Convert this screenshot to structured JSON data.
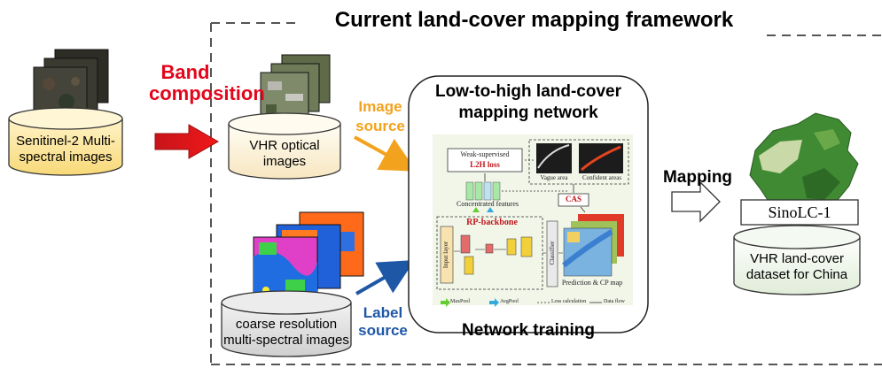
{
  "title": "Current land-cover mapping framework",
  "band_composition": "Band composition",
  "sentinel_label": "Senitinel-2 Multi-spectral images",
  "vhr_optical_label": "VHR optical images",
  "image_source": "Image source",
  "coarse_label": "coarse resolution multi-spectral images",
  "label_source": "Label source",
  "network_title": "Low-to-high land-cover mapping network",
  "network_training": "Network training",
  "mapping": "Mapping",
  "sinolc": "SinoLC-1",
  "vhr_dataset_label": "VHR land-cover dataset for China",
  "inner": {
    "weak_supervised": "Weak-supervised",
    "l2h_loss": "L2H loss",
    "vague_area": "Vague area",
    "confident_areas": "Confident areas",
    "concentrated_features": "Concentrated features",
    "cas": "CAS",
    "rp_backbone": "RP-backbone",
    "input_layer": "Input layer",
    "classifier": "Classifier",
    "prediction_cp": "Prediction & CP map",
    "legend_maxpool": "MaxPool",
    "legend_avgpool": "AvgPool",
    "legend_loss": "Loss calculation",
    "legend_flow": "Data flow"
  },
  "colors": {
    "red_accent": "#e3061b",
    "orange_accent": "#f3a21d",
    "blue_accent": "#1f57a7",
    "cylinder_yellow": "#fde9a9",
    "cylinder_grey": "#d8d8d8"
  }
}
